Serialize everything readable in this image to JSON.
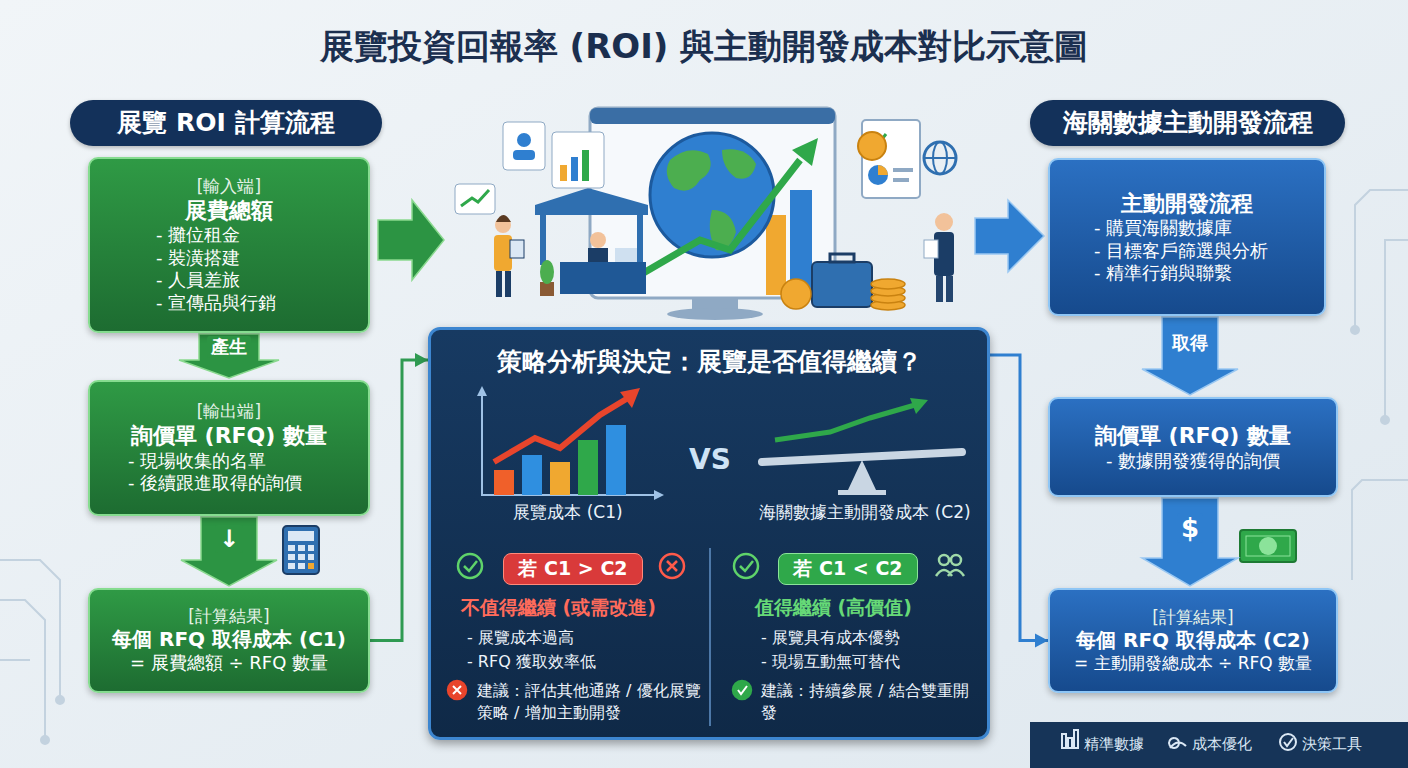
{
  "diagram": {
    "title": "展覽投資回報率 (ROI) 與主動開發成本對比示意圖",
    "nodes": [
      {
        "text": [
          "展覽 ROI 計算流程"
        ]
      },
      {
        "text": [
          "[輸入端]",
          "展費總額",
          "- 攤位租金",
          "- 裝潢搭建",
          "- 人員差旅",
          "- 宣傳品與行銷"
        ]
      },
      {
        "text": [
          "[輸出端]",
          "詢價單 (RFQ) 數量",
          "- 現場收集的名單",
          "- 後續跟進取得的詢價"
        ]
      },
      {
        "text": [
          "[計算結果]",
          "每個 RFQ 取得成本 (C1)",
          "= 展費總額 ÷ RFQ 數量"
        ]
      },
      {
        "text": [
          "策略分析與決定：展覽是否值得繼續？",
          "展覽成本 (C1)",
          "VS",
          "海關數據主動開發成本 (C2)",
          "不值得繼續 (或需改進)",
          "- 展覽成本過高",
          "- RFQ 獲取效率低",
          "建議：評估其他通路 / 優化展覽策略 / 增加主動開發",
          "值得繼續 (高價值)",
          "- 展覽具有成本優勢",
          "- 現場互動無可替代",
          "建議：持續參展 / 結合雙重開發"
        ]
      },
      {
        "text": [
          "若 C1 > C2"
        ],
        "in": 4
      },
      {
        "text": [
          "若 C1 < C2"
        ],
        "in": 4
      },
      {
        "text": [
          "海關數據主動開發流程"
        ]
      },
      {
        "text": [
          "主動開發流程",
          "- 購買海關數據庫",
          "- 目標客戶篩選與分析",
          "- 精準行銷與聯繫"
        ]
      },
      {
        "text": [
          "詢價單 (RFQ) 數量",
          "- 數據開發獲得的詢價"
        ]
      },
      {
        "text": [
          "[計算結果]",
          "每個 RFQ 取得成本 (C2)",
          "= 主動開發總成本 ÷ RFQ 數量"
        ]
      }
    ],
    "edges": [
      {
        "from": 1,
        "to": 2,
        "arrow": "to",
        "label": "產生"
      },
      {
        "from": 2,
        "to": 3,
        "arrow": "to",
        "label": "↓"
      },
      {
        "from": 3,
        "to": 4,
        "arrow": "to"
      },
      {
        "from": 4,
        "to": 10,
        "arrow": "to"
      },
      {
        "from": 8,
        "to": 9,
        "arrow": "to",
        "label": "取得"
      },
      {
        "from": 9,
        "to": 10,
        "arrow": "to",
        "label": "$"
      }
    ],
    "labels": [
      "精準數據",
      "成本優化",
      "決策工具"
    ]
  }
}
